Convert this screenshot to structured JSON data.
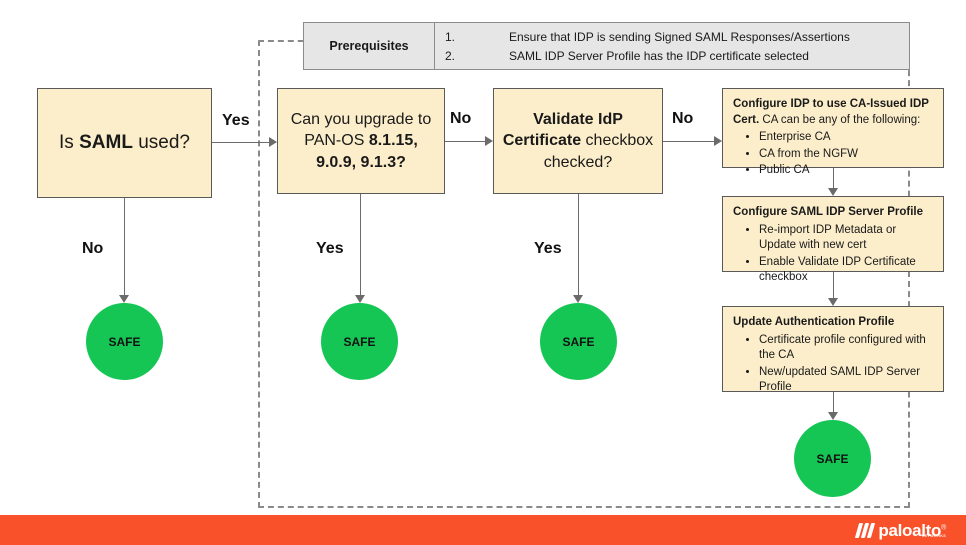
{
  "diagram": {
    "prerequisites": {
      "label": "Prerequisites",
      "items": [
        {
          "num": "1.",
          "text": "Ensure that IDP is sending Signed SAML Responses/Assertions"
        },
        {
          "num": "2.",
          "text": "SAML IDP Server Profile has the IDP certificate selected"
        }
      ]
    },
    "decisions": [
      {
        "id": "is-saml-used",
        "text_parts": [
          "Is ",
          "SAML",
          " used?"
        ],
        "plain": "Is SAML used?"
      },
      {
        "id": "can-you-upgrade",
        "line1": "Can you upgrade to",
        "line2_plain": "PAN-OS ",
        "line2_bold": "8.1.15,",
        "line3_bold": "9.0.9, 9.1.3?",
        "plain": "Can you upgrade to PAN-OS 8.1.15, 9.0.9, 9.1.3?"
      },
      {
        "id": "validate-idp-certificate",
        "line1_bold": "Validate IdP",
        "line2_bold": "Certificate",
        "line2_plain": " checkbox",
        "line3": "checked?",
        "plain": "Validate IdP Certificate checkbox checked?"
      }
    ],
    "panels": [
      {
        "id": "configure-idp-ca-issued-cert",
        "heading": "Configure IDP to use CA-Issued IDP Cert.",
        "heading_tail": " CA can be any of the following:",
        "bullets": [
          "Enterprise CA",
          "CA from the NGFW",
          "Public CA"
        ]
      },
      {
        "id": "configure-saml-idp-server-profile",
        "heading": "Configure SAML IDP Server Profile",
        "heading_tail": "",
        "bullets": [
          "Re-import IDP Metadata or Update with new cert",
          "Enable Validate IDP Certificate checkbox"
        ]
      },
      {
        "id": "update-authentication-profile",
        "heading": "Update Authentication Profile",
        "heading_tail": "",
        "bullets": [
          "Certificate profile configured with the CA",
          "New/updated SAML IDP Server Profile"
        ]
      }
    ],
    "outcomes": [
      {
        "id": "safe-1",
        "label": "SAFE"
      },
      {
        "id": "safe-2",
        "label": "SAFE"
      },
      {
        "id": "safe-3",
        "label": "SAFE"
      },
      {
        "id": "safe-4",
        "label": "SAFE"
      }
    ],
    "edge_labels": {
      "saml_yes": "Yes",
      "saml_no": "No",
      "upgrade_no": "No",
      "upgrade_yes": "Yes",
      "validate_no": "No",
      "validate_yes": "Yes"
    },
    "colors": {
      "box_fill": "#FCEECB",
      "box_border": "#595959",
      "safe_green": "#15C655",
      "prereq_fill": "#E6E6E6",
      "footer_orange": "#F9522A",
      "connector": "#6B6B6B",
      "scope_dash": "#8A8A8A"
    }
  },
  "footer": {
    "brand": "paloalto",
    "trademark": "®",
    "tagline": "NETWORKS"
  }
}
